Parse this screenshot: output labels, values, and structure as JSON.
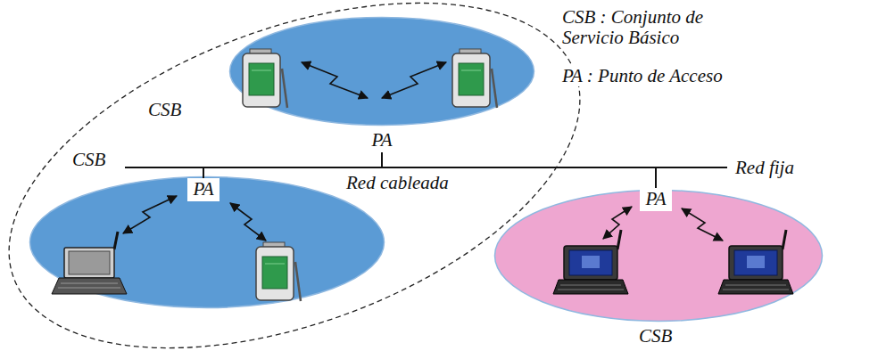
{
  "diagram": {
    "nodes": [
      {
        "text": [
          "CSB"
        ]
      },
      {
        "text": [
          "PA"
        ]
      },
      {
        "text": [
          "CSB"
        ]
      },
      {
        "text": [
          "PA"
        ]
      },
      {
        "text": [
          "CSB"
        ]
      },
      {
        "text": [
          "PA"
        ]
      }
    ],
    "labels": [
      "Red cableada",
      "Red fija",
      "CSB : Conjunto de Servicio Básico",
      "PA : Punto de Acceso"
    ]
  }
}
